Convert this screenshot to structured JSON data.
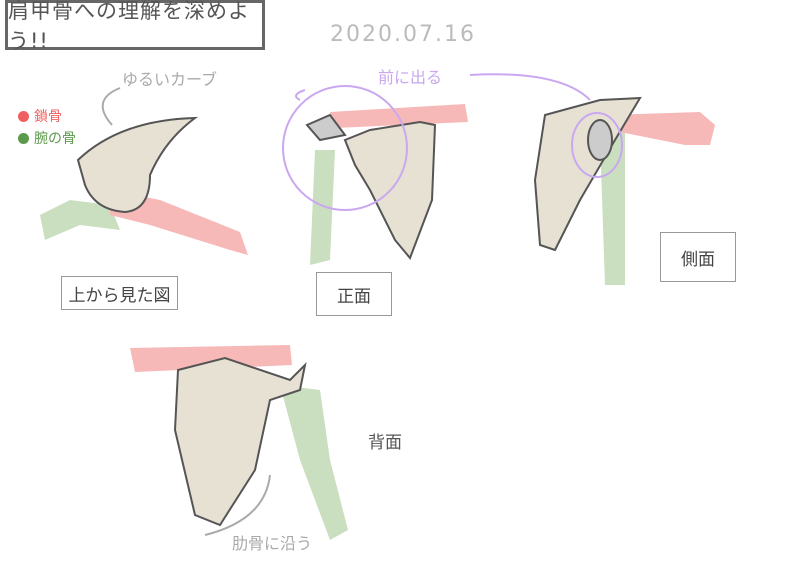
{
  "title": "肩甲骨への理解を深めよう!!",
  "date": "2020.07.16",
  "legend": [
    {
      "label": "鎖骨",
      "color": "#f06060"
    },
    {
      "label": "腕の骨",
      "color": "#5a9a4a"
    }
  ],
  "notes": {
    "curve": "ゆるいカーブ",
    "forward": "前に出る",
    "ribs": "肋骨に沿う"
  },
  "views": {
    "top": "上から見た図",
    "front": "正面",
    "side": "側面",
    "back": "背面"
  },
  "colors": {
    "clavicle": "#f7b8b8",
    "humerus": "#c9dfc0",
    "bone": "#e6e1d3",
    "outline": "#555555",
    "accent": "#c9a8f0"
  }
}
